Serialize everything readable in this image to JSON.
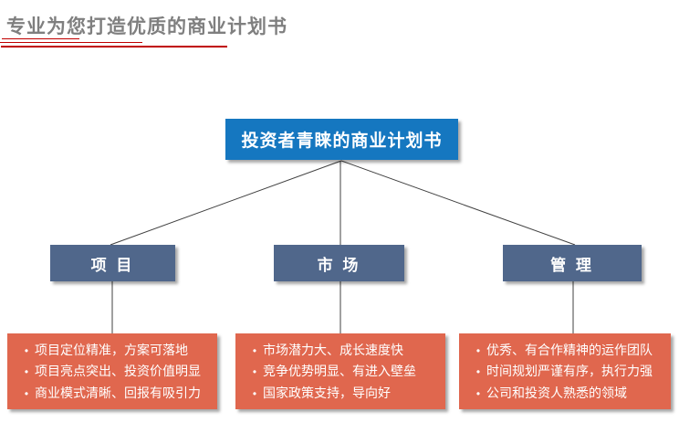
{
  "page": {
    "title": "专业为您打造优质的商业计划书"
  },
  "diagram": {
    "bullet_char": "•",
    "root": {
      "label": "投资者青睐的商业计划书"
    },
    "branches": [
      {
        "label": "项 目",
        "points": [
          "项目定位精准，方案可落地",
          "项目亮点突出、投资价值明显",
          "商业模式清晰、回报有吸引力"
        ]
      },
      {
        "label": "市 场",
        "points": [
          "市场潜力大、成长速度快",
          "竞争优势明显、有进入壁垒",
          "国家政策支持，导向好"
        ]
      },
      {
        "label": "管 理",
        "points": [
          "优秀、有合作精神的运作团队",
          "时间规划严谨有序，执行力强",
          "公司和投资人熟悉的领域"
        ]
      }
    ]
  },
  "colors": {
    "title_text": "#7f7f7f",
    "title_underline": "#c00000",
    "root_box": "#1577c0",
    "branch_box": "#50678b",
    "detail_box": "#e0674e",
    "connector_line": "#404040",
    "box_text": "#ffffff",
    "background": "#ffffff"
  }
}
